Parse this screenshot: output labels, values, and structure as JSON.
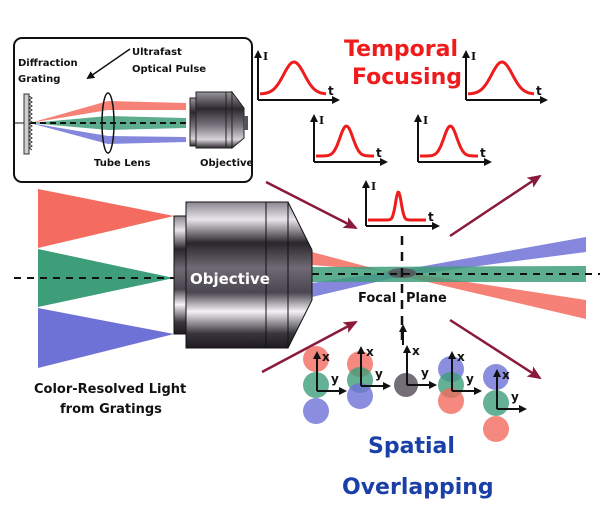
{
  "colors": {
    "red_beam": "#f46b5f",
    "green_beam": "#3f9e7a",
    "blue_beam": "#6e72d6",
    "pulse_red": "#ee1c1c",
    "arrow_maroon": "#8a1a3a",
    "title_red": "#ee1c1c",
    "title_blue": "#1a3fa6",
    "black": "#111111"
  },
  "inset": {
    "grating_label_line1": "Diffraction",
    "grating_label_line2": "Grating",
    "pulse_label_line1": "Ultrafast",
    "pulse_label_line2": "Optical Pulse",
    "tube_lens_label": "Tube Lens",
    "objective_label": "Objective"
  },
  "main": {
    "objective_label": "Objective",
    "focal_label_left": "Focal",
    "focal_label_right": "Plane",
    "color_resolved_line1": "Color-Resolved Light",
    "color_resolved_line2": "from Gratings"
  },
  "temporal": {
    "title_line1": "Temporal",
    "title_line2": "Focusing",
    "axis_y": "I",
    "axis_x": "t",
    "pulses": [
      {
        "id": "far-left",
        "width": "wide"
      },
      {
        "id": "far-right",
        "width": "wide"
      },
      {
        "id": "near-left",
        "width": "medium"
      },
      {
        "id": "near-right",
        "width": "medium"
      },
      {
        "id": "focus",
        "width": "narrow"
      }
    ]
  },
  "spatial": {
    "title_line1": "Spatial",
    "title_line2": "Overlapping",
    "axis_x": "x",
    "axis_y": "y",
    "spots": [
      {
        "id": "far-left",
        "order_top_to_bottom": [
          "red",
          "green",
          "blue"
        ],
        "overlap": "separated"
      },
      {
        "id": "near-left",
        "order_top_to_bottom": [
          "red",
          "green",
          "blue"
        ],
        "overlap": "partial"
      },
      {
        "id": "focus",
        "order_top_to_bottom": [
          "combined"
        ],
        "overlap": "full"
      },
      {
        "id": "near-right",
        "order_top_to_bottom": [
          "blue",
          "green",
          "red"
        ],
        "overlap": "partial"
      },
      {
        "id": "far-right",
        "order_top_to_bottom": [
          "blue",
          "green",
          "red"
        ],
        "overlap": "separated"
      }
    ]
  }
}
